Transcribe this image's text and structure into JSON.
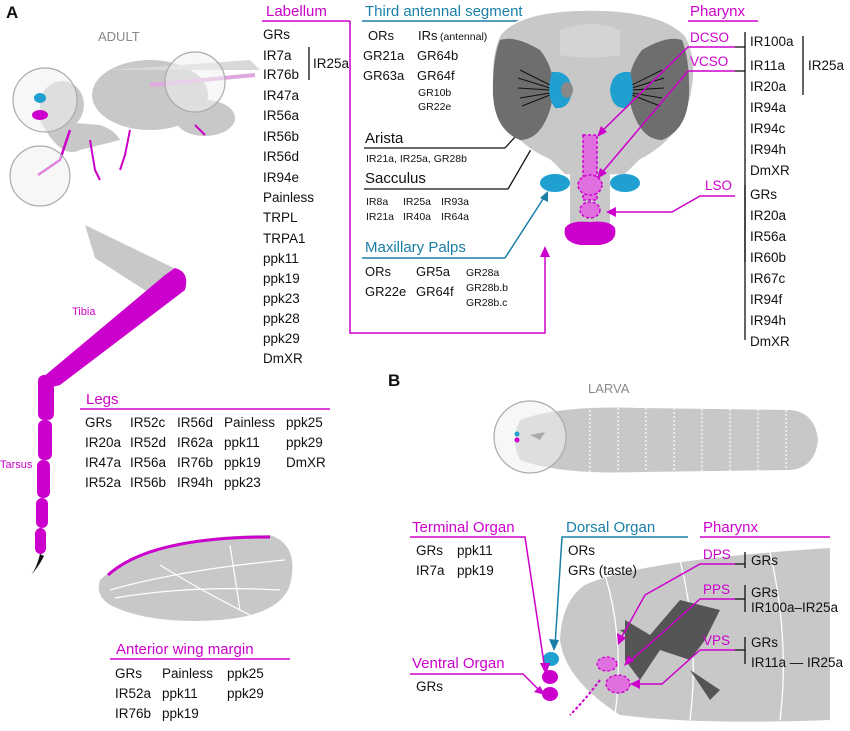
{
  "panel_a": {
    "letter": "A",
    "adult_label": "ADULT",
    "tibia_label": "Tibia",
    "tarsus_label": "Tarsus",
    "labellum": {
      "title": "Labellum",
      "items": [
        "GRs",
        "IR7a",
        "IR76b",
        "IR47a",
        "IR56a",
        "IR56b",
        "IR56d",
        "IR94e",
        "Painless",
        "TRPL",
        "TRPA1",
        "ppk11",
        "ppk19",
        "ppk23",
        "ppk28",
        "ppk29",
        "DmXR"
      ],
      "bracket_label": "IR25a"
    },
    "third_antennal_segment": {
      "title": "Third antennal segment",
      "ors_header": "ORs",
      "irs_header": "IRs",
      "irs_note": "(antennal)",
      "col1": [
        "GR21a",
        "GR63a"
      ],
      "col2": [
        "GR64b",
        "GR64f"
      ],
      "col2_small": [
        "GR10b",
        "GR22e"
      ]
    },
    "arista": {
      "title": "Arista",
      "items": "IR21a, IR25a, GR28b"
    },
    "sacculus": {
      "title": "Sacculus",
      "col1": [
        "IR8a",
        "IR21a"
      ],
      "col2": [
        "IR25a",
        "IR40a"
      ],
      "col3": [
        "IR93a",
        "IR64a"
      ]
    },
    "maxillary_palps": {
      "title": "Maxillary Palps",
      "col1": [
        "ORs",
        "GR22e"
      ],
      "col2": [
        "GR5a",
        "GR64f"
      ],
      "col3": [
        "GR28a",
        "GR28b.b",
        "GR28b.c"
      ]
    },
    "pharynx": {
      "title": "Pharynx",
      "dcso": "DCSO",
      "vcso": "VCSO",
      "lso": "LSO",
      "dcso_items": [
        "IR100a"
      ],
      "vcso_items": [
        "IR11a",
        "IR20a",
        "IR94a",
        "IR94c",
        "IR94h",
        "DmXR"
      ],
      "bracket_label": "IR25a",
      "lso_items": [
        "GRs",
        "IR20a",
        "IR56a",
        "IR60b",
        "IR67c",
        "IR94f",
        "IR94h",
        "DmXR"
      ]
    },
    "legs": {
      "title": "Legs",
      "columns": [
        [
          "GRs",
          "IR20a",
          "IR47a",
          "IR52a"
        ],
        [
          "IR52c",
          "IR52d",
          "IR56a",
          "IR56b"
        ],
        [
          "IR56d",
          "IR62a",
          "IR76b",
          "IR94h"
        ],
        [
          "Painless",
          "ppk11",
          "ppk19",
          "ppk23"
        ],
        [
          "ppk25",
          "ppk29",
          "DmXR"
        ]
      ]
    },
    "wing": {
      "title": "Anterior wing margin",
      "columns": [
        [
          "GRs",
          "IR52a",
          "IR76b"
        ],
        [
          "Painless",
          "ppk11",
          "ppk19"
        ],
        [
          "ppk25",
          "ppk29"
        ]
      ]
    }
  },
  "panel_b": {
    "letter": "B",
    "larva_label": "LARVA",
    "terminal_organ": {
      "title": "Terminal Organ",
      "col1": [
        "GRs",
        "IR7a"
      ],
      "col2": [
        "ppk11",
        "ppk19"
      ]
    },
    "dorsal_organ": {
      "title": "Dorsal Organ",
      "items": [
        "ORs",
        "GRs (taste)"
      ]
    },
    "ventral_organ": {
      "title": "Ventral Organ",
      "items": [
        "GRs"
      ]
    },
    "pharynx": {
      "title": "Pharynx",
      "dps": "DPS",
      "dps_items": [
        "GRs"
      ],
      "pps": "PPS",
      "pps_items": [
        "GRs",
        "IR100a–IR25a"
      ],
      "vps": "VPS",
      "vps_items": [
        "GRs",
        "IR11a — IR25a"
      ]
    }
  },
  "colors": {
    "magenta": "#cc00cc",
    "blue": "#1a7fa8",
    "gray": "#c8c8c8",
    "dark_gray": "#555555"
  }
}
